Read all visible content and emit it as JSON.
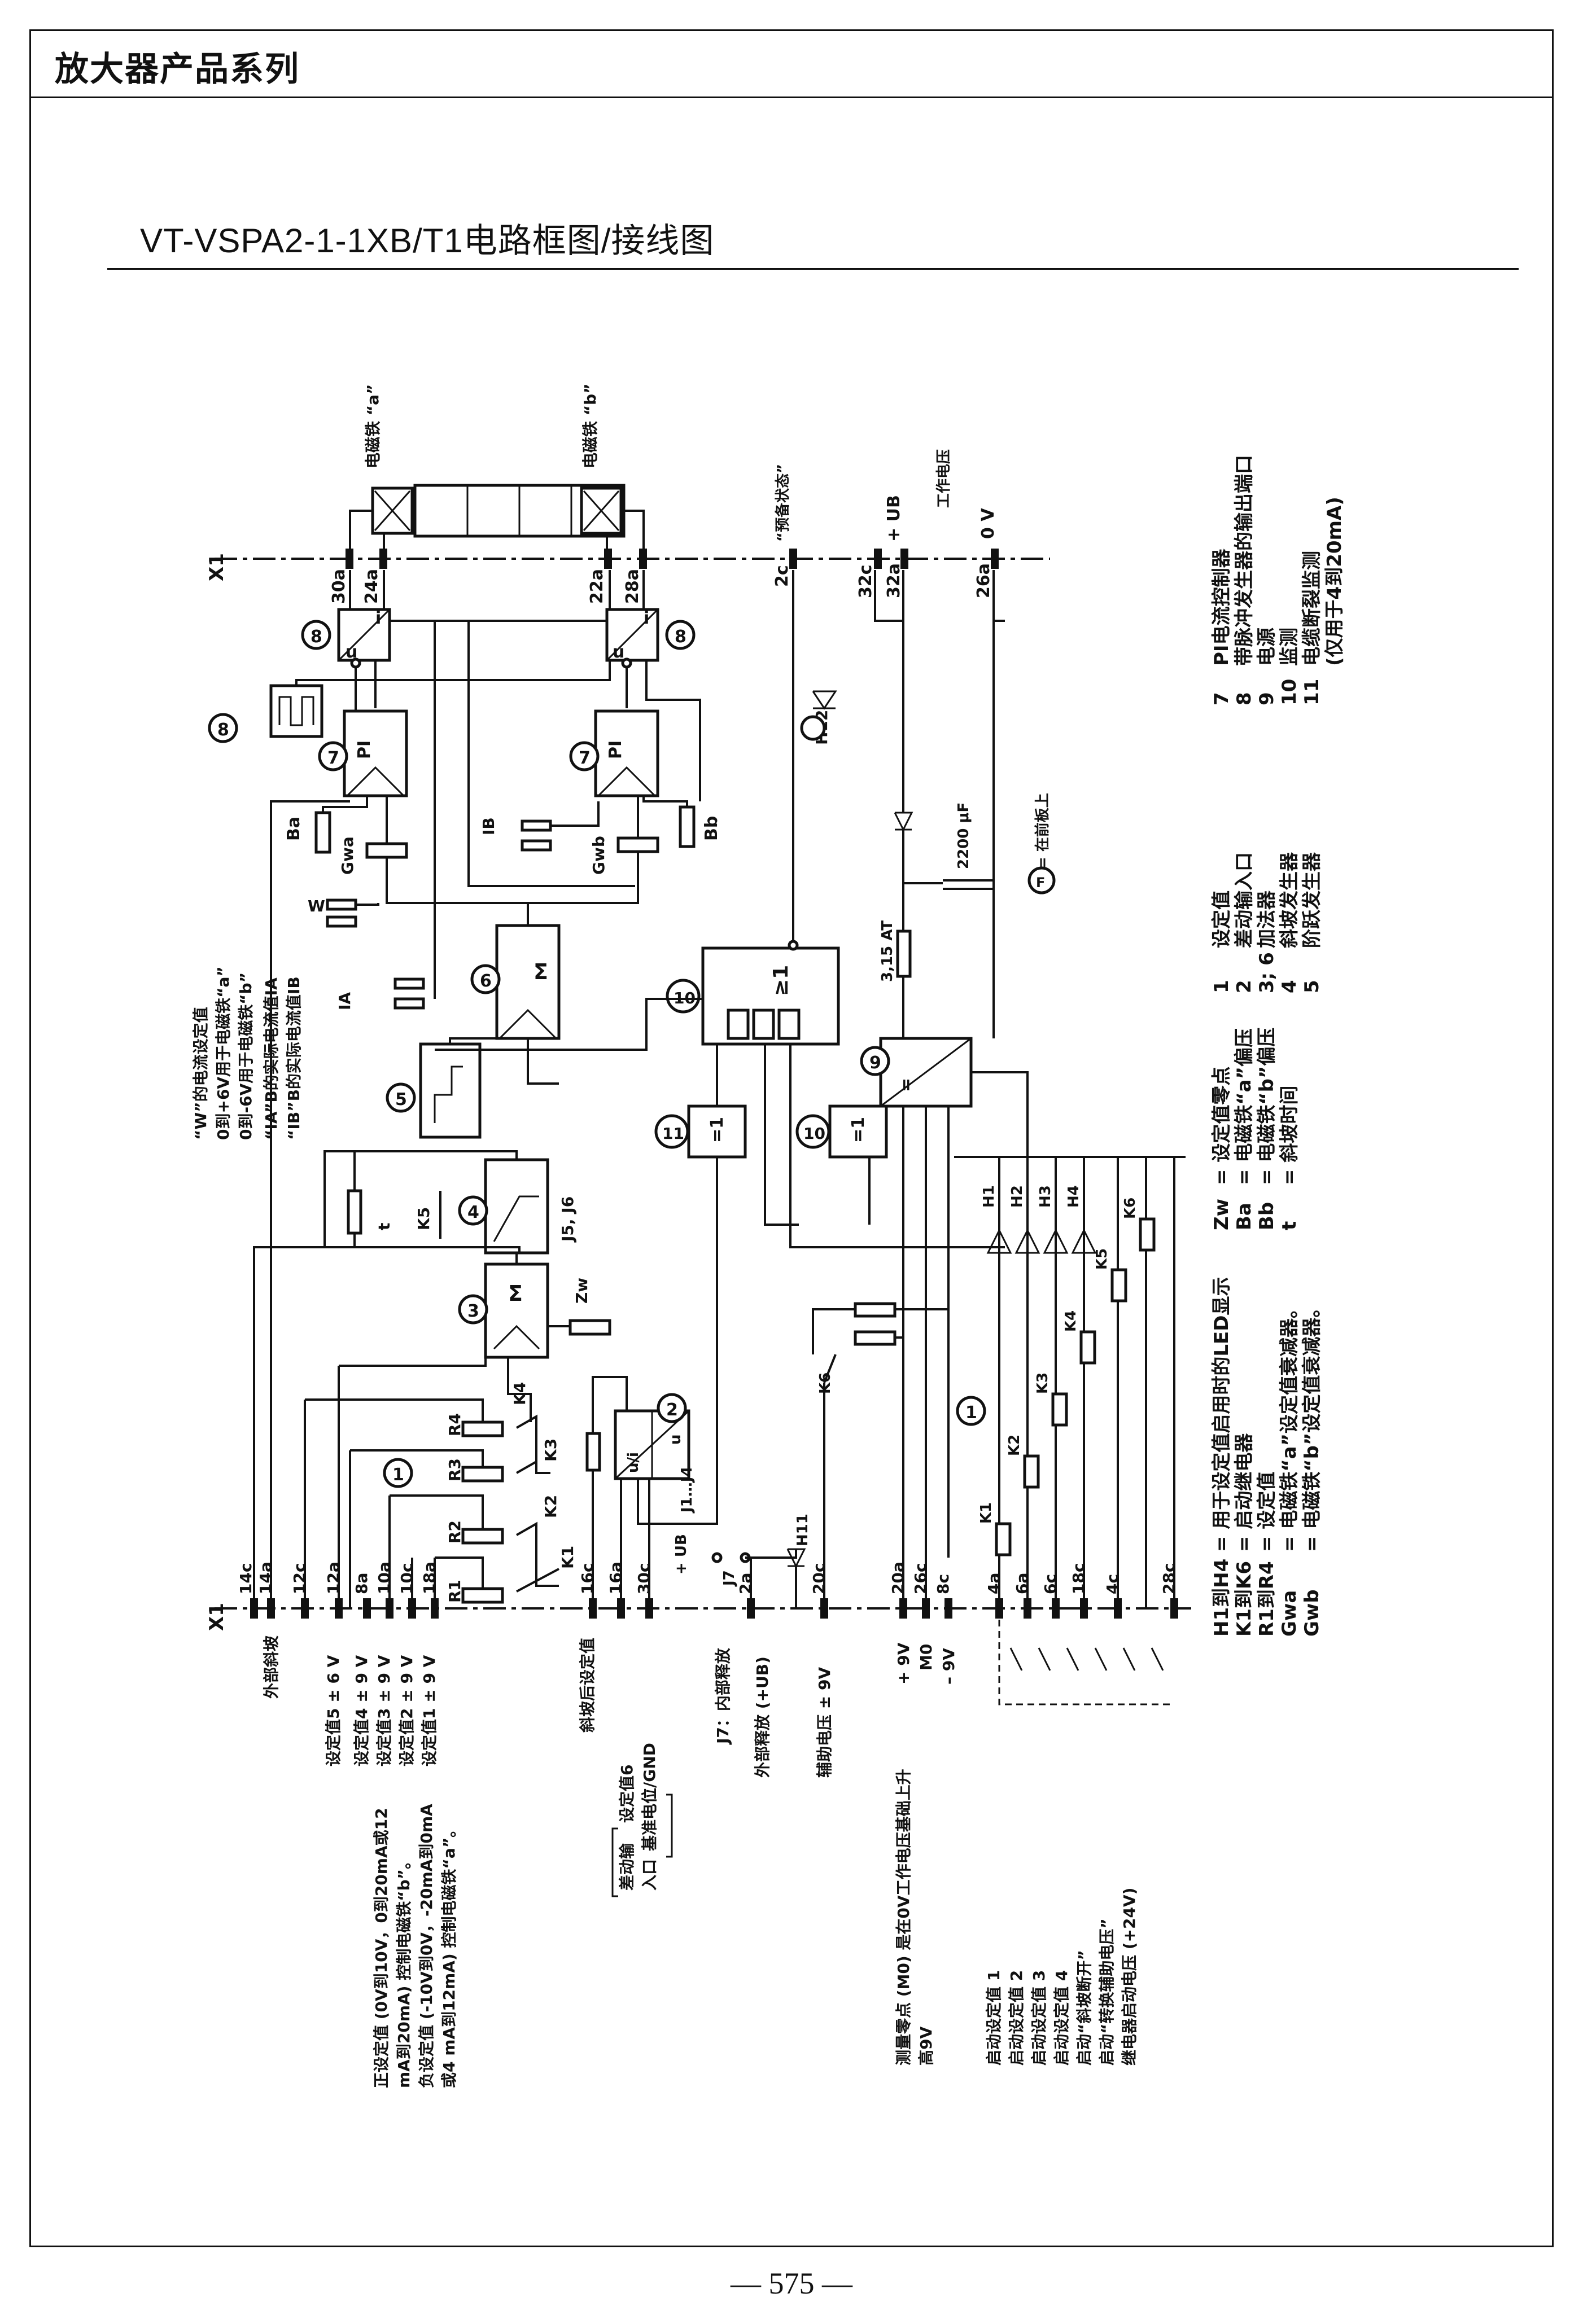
{
  "header": {
    "title": "放大器产品系列"
  },
  "page_title": "VT-VSPA2-1-1XB/T1电路框图/接线图",
  "page_number": "— 575 —",
  "connector_label": "X1",
  "top_labels": {
    "solenoid_a": "电磁铁 “a”",
    "solenoid_b": "电磁铁 “b”",
    "ready": "“预备状态”",
    "ub": "+ UB",
    "work_voltage": "工作电压",
    "zero_v": "0 V"
  },
  "top_terminals": [
    "30a",
    "24a",
    "22a",
    "28a",
    "2c",
    "32c",
    "32a",
    "26a"
  ],
  "bottom_terminals": [
    "14c",
    "14a",
    "12c",
    "12a",
    "8a",
    "10a",
    "10c",
    "18a",
    "16c",
    "16a",
    "30c",
    "2a",
    "20c",
    "20a",
    "26c",
    "8c",
    "4a",
    "6a",
    "6c",
    "18c",
    "4c",
    "28c"
  ],
  "blocks": {
    "pi": "PI",
    "sum": "Σ",
    "or_gate": "≥1",
    "eq1": "=1",
    "ui": "u/i",
    "u": "u",
    "i": "i",
    "conv": "=",
    "n1": "1",
    "n2": "2",
    "n3": "3",
    "n4": "4",
    "n5": "5",
    "n6": "6",
    "n7": "7",
    "n8": "8",
    "n9": "9",
    "n10": "10",
    "n11": "11"
  },
  "component_labels": {
    "ba": "Ba",
    "bb": "Bb",
    "gwa": "Gwa",
    "gwb": "Gwb",
    "r1": "R1",
    "r2": "R2",
    "r3": "R3",
    "r4": "R4",
    "k1": "K1",
    "k2": "K2",
    "k3": "K3",
    "k4": "K4",
    "k5": "K5",
    "k6": "K6",
    "h1": "H1",
    "h2": "H2",
    "h3": "H3",
    "h4": "H4",
    "h11": "H11",
    "h12": "H12",
    "zw": "Zw",
    "t": "t",
    "j5j6": "J5, J6",
    "j1j4": "J1…J4",
    "j7": "J7",
    "w": "W",
    "ia": "IA",
    "ib": "IB",
    "cap": "2200 μF",
    "fuse": "3,15 AT",
    "f_front": "= 在前板上",
    "ub_in": "+ UB"
  },
  "side_notes": [
    "“W”的电流设定值",
    "0到+6V用于电磁铁“a”",
    "0到-6V用于电磁铁“b”",
    "“IA”B的实际电流值IA",
    "“IB”B的实际电流值IB"
  ],
  "bottom_labels": {
    "ext_ramp": "外部斜坡",
    "setpoints": [
      "设定值5 ± 6 V",
      "设定值4 ± 9 V",
      "设定值3 ± 9 V",
      "设定值2 ± 9 V",
      "设定值1 ± 9 V"
    ],
    "after_ramp": "斜坡后设定值",
    "setpoint6": "设定值6",
    "ref_gnd": "基准电位/GND",
    "diff_input_1": "差动输",
    "diff_input_2": "入口",
    "j7_release": "J7：内部释放",
    "ext_release": "外部释放 (+UB)",
    "aux_voltage": "辅助电压 ± 9V",
    "p9v": "+ 9V",
    "m0": "M0",
    "m9v": "– 9V",
    "measure_zero": "测量零点 (M0) 是在0V工作电压基础上升",
    "high9v": "高9V",
    "starts": [
      "启动设定值 1",
      "启动设定值 2",
      "启动设定值 3",
      "启动设定值 4",
      "启动“斜坡断开”",
      "启动“转换辅助电压”",
      "继电器启动电压 (+24V)"
    ],
    "setpoint_note": [
      "正设定值 (0V到10V，0到20mA或12",
      "mA到20mA) 控制电磁铁“b”。",
      "负设定值 (-10V到0V，-20mA到0mA",
      "或4 mA到12mA) 控制电磁铁“a”。"
    ]
  },
  "legend_numbered": [
    {
      "num": "1",
      "text": "设定值"
    },
    {
      "num": "2",
      "text": "差动输入口"
    },
    {
      "num": "3; 6",
      "text": "加法器"
    },
    {
      "num": "4",
      "text": "斜坡发生器"
    },
    {
      "num": "5",
      "text": "阶跃发生器"
    },
    {
      "num": "7",
      "text": "PI电流控制器"
    },
    {
      "num": "8",
      "text": "带脉冲发生器的输出端口"
    },
    {
      "num": "9",
      "text": "电源"
    },
    {
      "num": "10",
      "text": "监测"
    },
    {
      "num": "11",
      "text": "电缆断裂监测"
    },
    {
      "num": "",
      "text": "(仅用于4到20mA)"
    }
  ],
  "legend_symbols": [
    {
      "key": "H1到H4",
      "text": "= 用于设定值启用时的LED显示"
    },
    {
      "key": "K1到K6",
      "text": "= 启动继电器"
    },
    {
      "key": "R1到R4",
      "text": "= 设定值"
    },
    {
      "key": "Gwa",
      "text": "= 电磁铁“a”设定值衰减器。"
    },
    {
      "key": "Gwb",
      "text": "= 电磁铁“b”设定值衰减器。"
    },
    {
      "key": "Zw",
      "text": "= 设定值零点"
    },
    {
      "key": "Ba",
      "text": "= 电磁铁“a”偏压"
    },
    {
      "key": "Bb",
      "text": "= 电磁铁“b”偏压"
    },
    {
      "key": "t",
      "text": "= 斜坡时间"
    }
  ]
}
